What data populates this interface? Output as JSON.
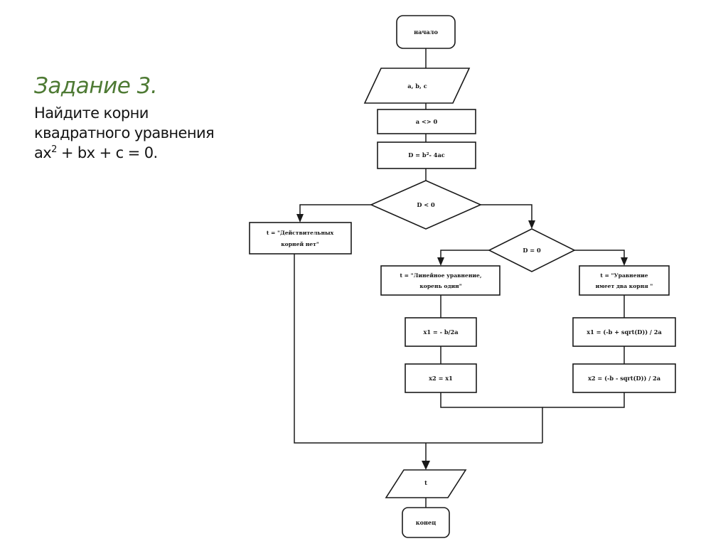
{
  "slide": {
    "background_color": "#ffffff",
    "title": "Задание 3.",
    "title_color": "#4e7a34",
    "body_line_1": "Найдите корни",
    "body_line_2": "квадратного уравнения",
    "body_line_3_prefix": "ax",
    "body_line_3_sup": "2",
    "body_line_3_suffix": "+ bx + c = 0."
  },
  "flowchart": {
    "type": "diagram",
    "stroke_color": "#1a1a1a",
    "fill_color": "#ffffff",
    "nodes": {
      "start": {
        "label": "начало",
        "shape": "terminator"
      },
      "input": {
        "label": "a, b, c",
        "shape": "parallelogram"
      },
      "assert_a": {
        "label": "a <> 0",
        "shape": "process"
      },
      "discriminant": {
        "label_prefix": "D = b",
        "label_sup": "2",
        "label_suffix": "- 4ac",
        "shape": "process"
      },
      "decision_d_lt_0": {
        "label": "D < 0",
        "shape": "decision"
      },
      "no_real_roots": {
        "label_line_1": "t = \"Действительных",
        "label_line_2": "корней нет\"",
        "shape": "process"
      },
      "decision_d_eq_0": {
        "label": "D = 0",
        "shape": "decision"
      },
      "linear_msg": {
        "label_line_1": "t = \"Линейное уравнение,",
        "label_line_2": "корень один\"",
        "shape": "process"
      },
      "two_roots_msg": {
        "label_line_1": "t = \"Уравнение",
        "label_line_2": "имеет два корня \"",
        "shape": "process"
      },
      "x1_single": {
        "label": "x1 = - b/2a",
        "shape": "process"
      },
      "x2_single": {
        "label": "x2 = x1",
        "shape": "process"
      },
      "x1_two": {
        "label": "x1 = (-b + sqrt(D)) / 2a",
        "shape": "process"
      },
      "x2_two": {
        "label": "x2 = (-b - sqrt(D)) / 2a",
        "shape": "process"
      },
      "output": {
        "label": "t",
        "shape": "parallelogram"
      },
      "end": {
        "label": "конец",
        "shape": "terminator"
      }
    }
  }
}
